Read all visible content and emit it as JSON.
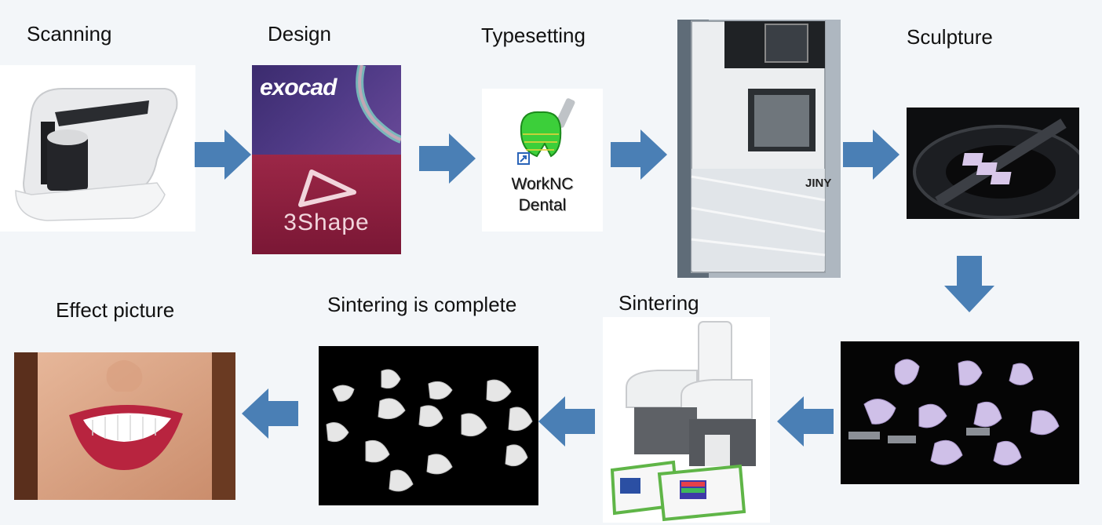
{
  "steps": {
    "scanning": "Scanning",
    "design": "Design",
    "typesetting": "Typesetting",
    "sculpture": "Sculpture",
    "sintering": "Sintering",
    "sintering_complete": "Sintering is complete",
    "effect_picture": "Effect picture"
  },
  "logos": {
    "exocad": "exocad",
    "shape3": "3Shape",
    "worknc_line1": "WorkNC",
    "worknc_line2": "Dental",
    "jiny": "JINY"
  },
  "colors": {
    "arrow": "#4a7fb5",
    "background": "#f3f6f9"
  }
}
